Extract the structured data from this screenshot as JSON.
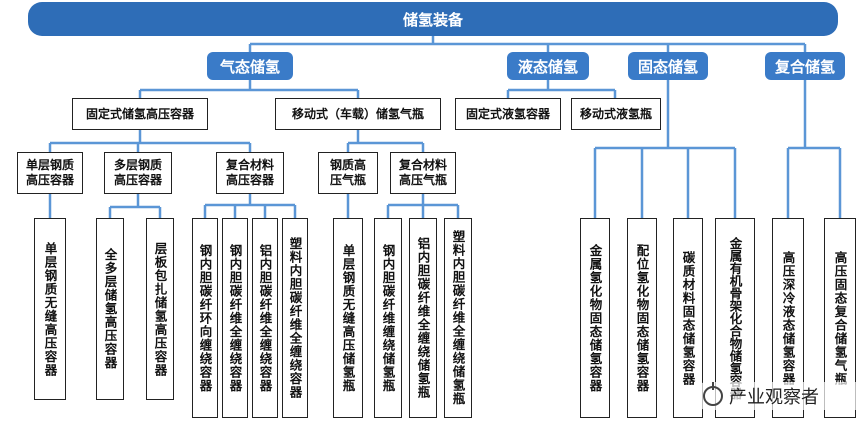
{
  "root": "储氢装备",
  "categories": {
    "gas": "气态储氢",
    "liquid": "液态储氢",
    "solid": "固态储氢",
    "composite": "复合储氢"
  },
  "gas": {
    "fixed": "固定式储氢高压容器",
    "mobile": "移动式（车载）储氢气瓶",
    "fixed_children": {
      "single_steel": "单层钢质\n高压容器",
      "multi_steel": "多层钢质\n高压容器",
      "composite": "复合材料\n高压容器"
    },
    "mobile_children": {
      "steel_cyl": "钢质高\n压气瓶",
      "composite_cyl": "复合材料\n高压气瓶"
    },
    "leaves": {
      "single_seamless": "单层钢质无缝高压容器",
      "full_multi": "全多层储氢高压容器",
      "laminate": "层板包扎储氢高压容器",
      "steel_hoop": "钢内胆碳纤环向缠绕容器",
      "steel_full": "钢内胆碳纤维全缠绕容器",
      "al_full": "铝内胆碳纤维全缠绕容器",
      "plastic_full": "塑料内胆碳纤维全缠绕容器",
      "single_seamless_cyl": "单层钢质无缝高压储氢瓶",
      "steel_full_cyl": "钢内胆碳纤维缠绕储氢瓶",
      "al_full_cyl": "铝内胆碳纤维全缠绕储氢瓶",
      "plastic_full_cyl": "塑料内胆碳纤维全缠绕储氢瓶"
    }
  },
  "liquid": {
    "fixed": "固定式液氢容器",
    "mobile": "移动式液氢瓶"
  },
  "solid": {
    "metal_hydride": "金属氢化物固态储氢容器",
    "coordination": "配位氢化物固态储氢容器",
    "carbon": "碳质材料固态储氢容器",
    "mof": "金属有机骨架化合物储氢容器"
  },
  "composite": {
    "cryo": "高压深冷液态储氢容器",
    "hp_solid": "高压固态复合储氢气瓶"
  },
  "watermark": "产业观察者"
}
